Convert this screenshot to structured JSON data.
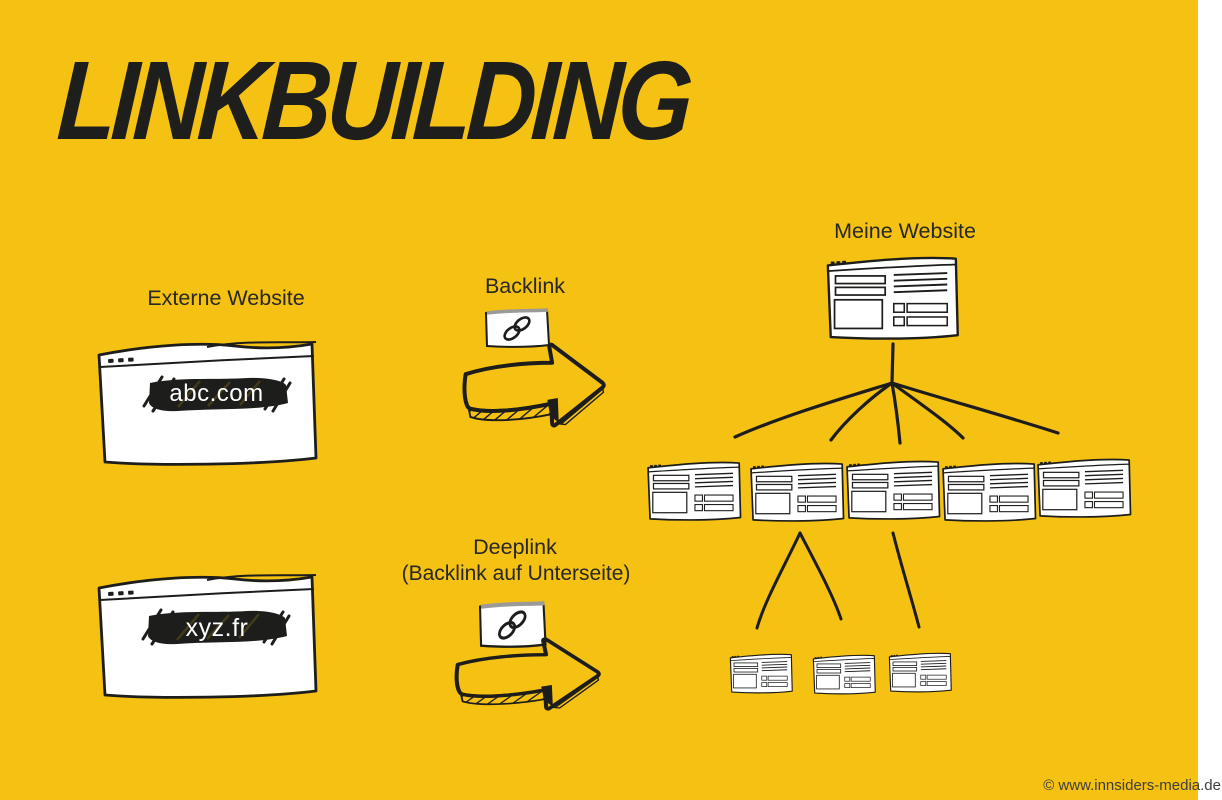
{
  "title": "LINKBUILDING",
  "colors": {
    "background": "#F5C113",
    "ink": "#1D1D1B",
    "paper": "#FFFFFF",
    "footer_text": "#3D3D3D"
  },
  "left_column": {
    "external_website_label": "Externe Website",
    "site_top_domain": "abc.com",
    "site_bottom_domain": "xyz.fr"
  },
  "middle_column": {
    "backlink_label": "Backlink",
    "deeplink_label": "Deeplink",
    "deeplink_sublabel": "(Backlink auf Unterseite)",
    "backlink_icon": "chain-link-icon",
    "deeplink_icon": "chain-link-icon",
    "arrow_direction": "right"
  },
  "right_column": {
    "my_website_label": "Meine Website",
    "subpages_level1_count": 5,
    "subpages_level2_count": 3
  },
  "footer": {
    "copyright": "© www.innsiders-media.de"
  }
}
